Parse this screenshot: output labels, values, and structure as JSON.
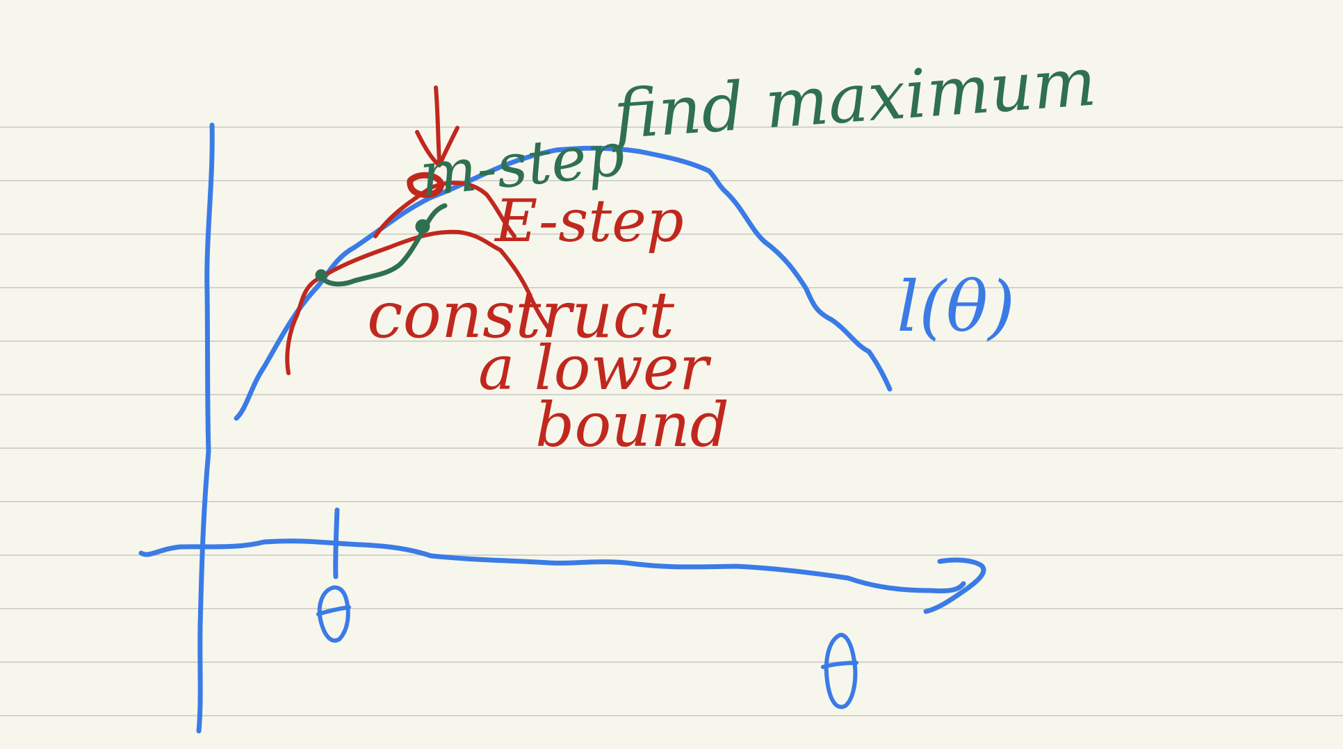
{
  "colors": {
    "paper": "#f7f6ec",
    "rule": "#d4d3cb",
    "blue_ink": "#3a7be6",
    "red_ink": "#c0281e",
    "green_ink": "#2f7051"
  },
  "annotations": {
    "find_maximum": "find maximum",
    "m_step": "m-step",
    "e_step": "E-step",
    "construct_lower_bound": [
      "construct",
      "a lower",
      "bound"
    ],
    "curve_label": "l(θ)",
    "axis_label": "θ",
    "theta_initial": "θ"
  }
}
